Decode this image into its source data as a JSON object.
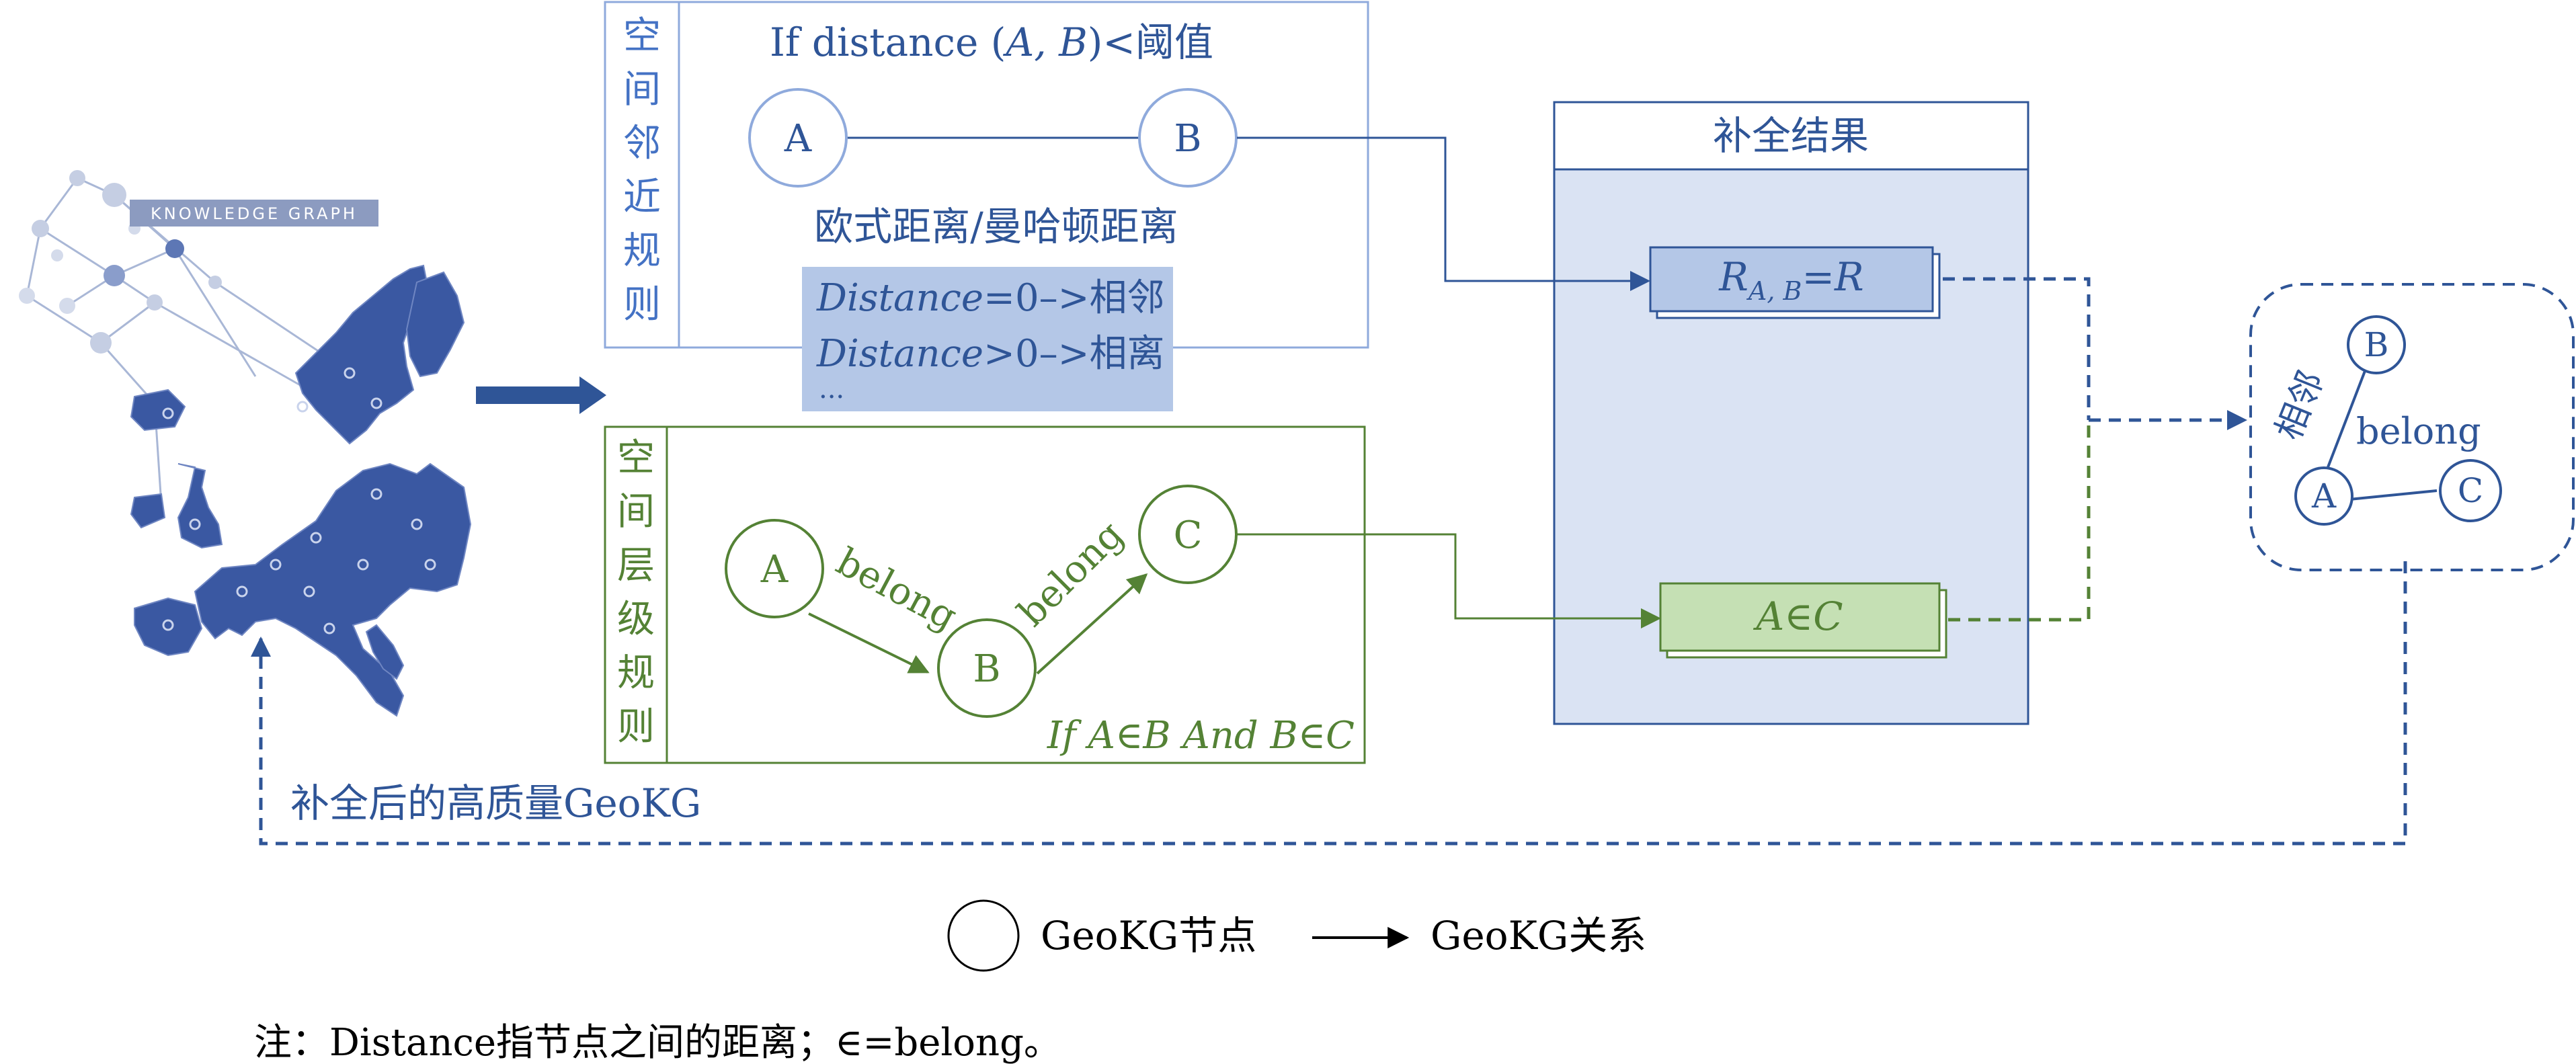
{
  "kg_badge": "KNOWLEDGE GRAPH",
  "proximity": {
    "vertical_title": [
      "空",
      "间",
      "邻",
      "近",
      "规",
      "则"
    ],
    "condition_prefix": "If distance (",
    "condition_args": "A, B",
    "condition_suffix": ")<阈值",
    "node_a": "A",
    "node_b": "B",
    "metric": "欧式距离/曼哈顿距离",
    "rule1_var": "Distance",
    "rule1_rest": "=0–>相邻",
    "rule2_var": "Distance",
    "rule2_rest": ">0–>相离",
    "ellipsis": "..."
  },
  "hierarchy": {
    "vertical_title": [
      "空",
      "间",
      "层",
      "级",
      "规",
      "则"
    ],
    "node_a": "A",
    "node_b": "B",
    "node_c": "C",
    "edge1_label": "belong",
    "edge2_label": "belong",
    "condition": "If A∈B And B∈C"
  },
  "result": {
    "title": "补全结果",
    "r_label": "R",
    "r_sub": "A, B",
    "r_rest": "=R",
    "member": "A∈C"
  },
  "output_graph": {
    "node_a": "A",
    "node_b": "B",
    "node_c": "C",
    "adjacent_label": "相邻",
    "belong_label": "belong"
  },
  "feedback_label": "补全后的高质量GeoKG",
  "legend": {
    "node_label": "GeoKG节点",
    "relation_label": "GeoKG关系"
  },
  "note": "注：Distance指节点之间的距离；∈=belong。",
  "colors": {
    "blue": "#2f5597",
    "light_blue_fill": "#b4c7e7",
    "panel_fill": "#dae3f3",
    "green": "#548235",
    "green_fill": "#c5e0b4"
  }
}
